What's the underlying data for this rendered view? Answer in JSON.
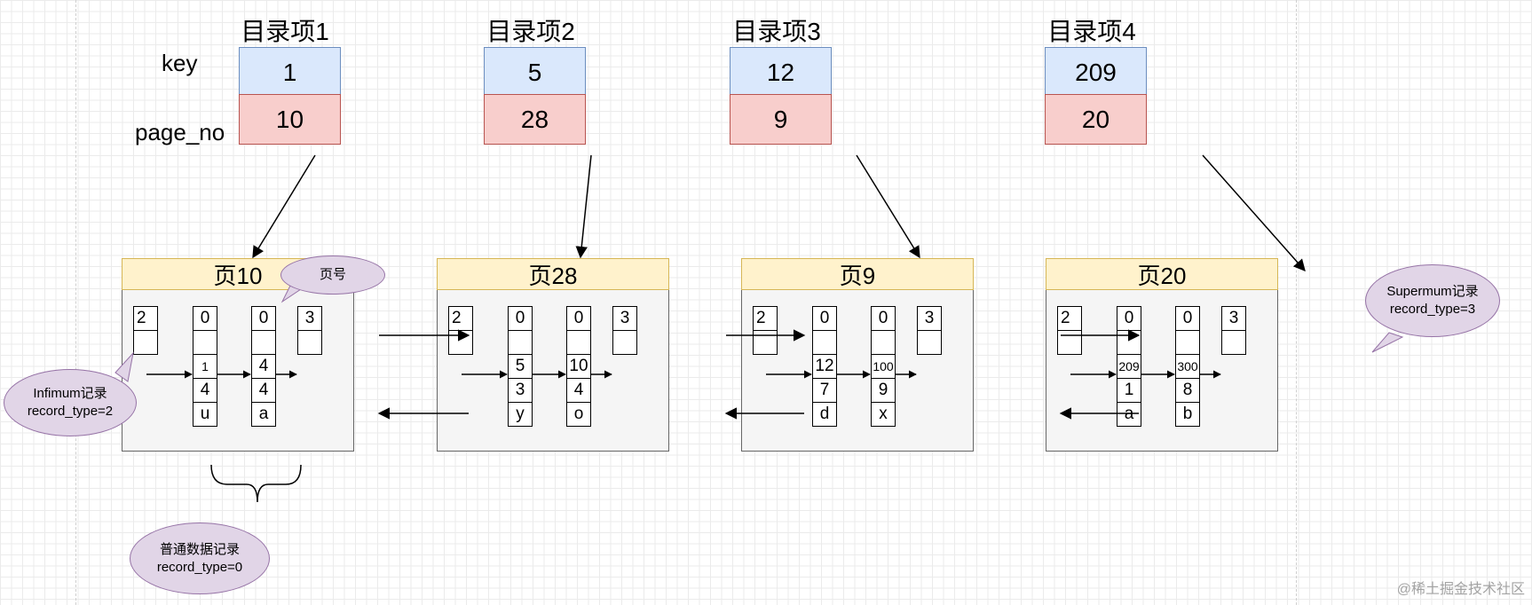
{
  "row_labels": {
    "key": "key",
    "page_no": "page_no"
  },
  "directory": [
    {
      "title": "目录项1",
      "key": "1",
      "page_no": "10"
    },
    {
      "title": "目录项2",
      "key": "5",
      "page_no": "28"
    },
    {
      "title": "目录项3",
      "key": "12",
      "page_no": "9"
    },
    {
      "title": "目录项4",
      "key": "209",
      "page_no": "20"
    }
  ],
  "pages": [
    {
      "title": "页10",
      "infimum": "2",
      "supremum": "3",
      "records": [
        {
          "head": "0",
          "fields": [
            "1",
            "4",
            "u"
          ]
        },
        {
          "head": "0",
          "fields": [
            "4",
            "4",
            "a"
          ]
        }
      ]
    },
    {
      "title": "页28",
      "infimum": "2",
      "supremum": "3",
      "records": [
        {
          "head": "0",
          "fields": [
            "5",
            "3",
            "y"
          ]
        },
        {
          "head": "0",
          "fields": [
            "10",
            "4",
            "o"
          ]
        }
      ]
    },
    {
      "title": "页9",
      "infimum": "2",
      "supremum": "3",
      "records": [
        {
          "head": "0",
          "fields": [
            "12",
            "7",
            "d"
          ]
        },
        {
          "head": "0",
          "fields": [
            "100",
            "9",
            "x"
          ]
        }
      ]
    },
    {
      "title": "页20",
      "infimum": "2",
      "supremum": "3",
      "records": [
        {
          "head": "0",
          "fields": [
            "209",
            "1",
            "a"
          ]
        },
        {
          "head": "0",
          "fields": [
            "300",
            "8",
            "b"
          ]
        }
      ]
    }
  ],
  "callouts": {
    "page_no": {
      "line1": "页号"
    },
    "infimum": {
      "line1": "Infimum记录",
      "line2": "record_type=2"
    },
    "supremum": {
      "line1": "Supermum记录",
      "line2": "record_type=3"
    },
    "normal": {
      "line1": "普通数据记录",
      "line2": "record_type=0"
    }
  },
  "watermark": "@稀土掘金技术社区"
}
